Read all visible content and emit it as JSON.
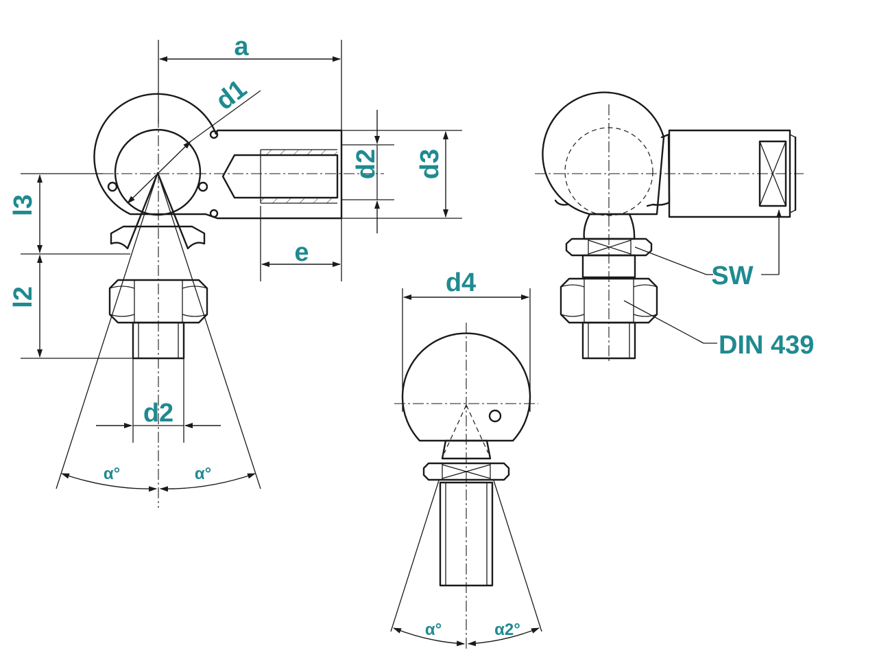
{
  "labels": {
    "a": "a",
    "d1": "d1",
    "d2_top": "d2",
    "d3": "d3",
    "l3": "l3",
    "l2": "l2",
    "e": "e",
    "d2_bottom": "d2",
    "alpha_left": "α°",
    "alpha_right": "α°",
    "d4": "d4",
    "sw": "SW",
    "din": "DIN 439",
    "alpha_bottom_left": "α°",
    "alpha2": "α2°"
  },
  "colors": {
    "label": "#1f8a90",
    "line": "#1a1a1a",
    "background": "#ffffff"
  }
}
